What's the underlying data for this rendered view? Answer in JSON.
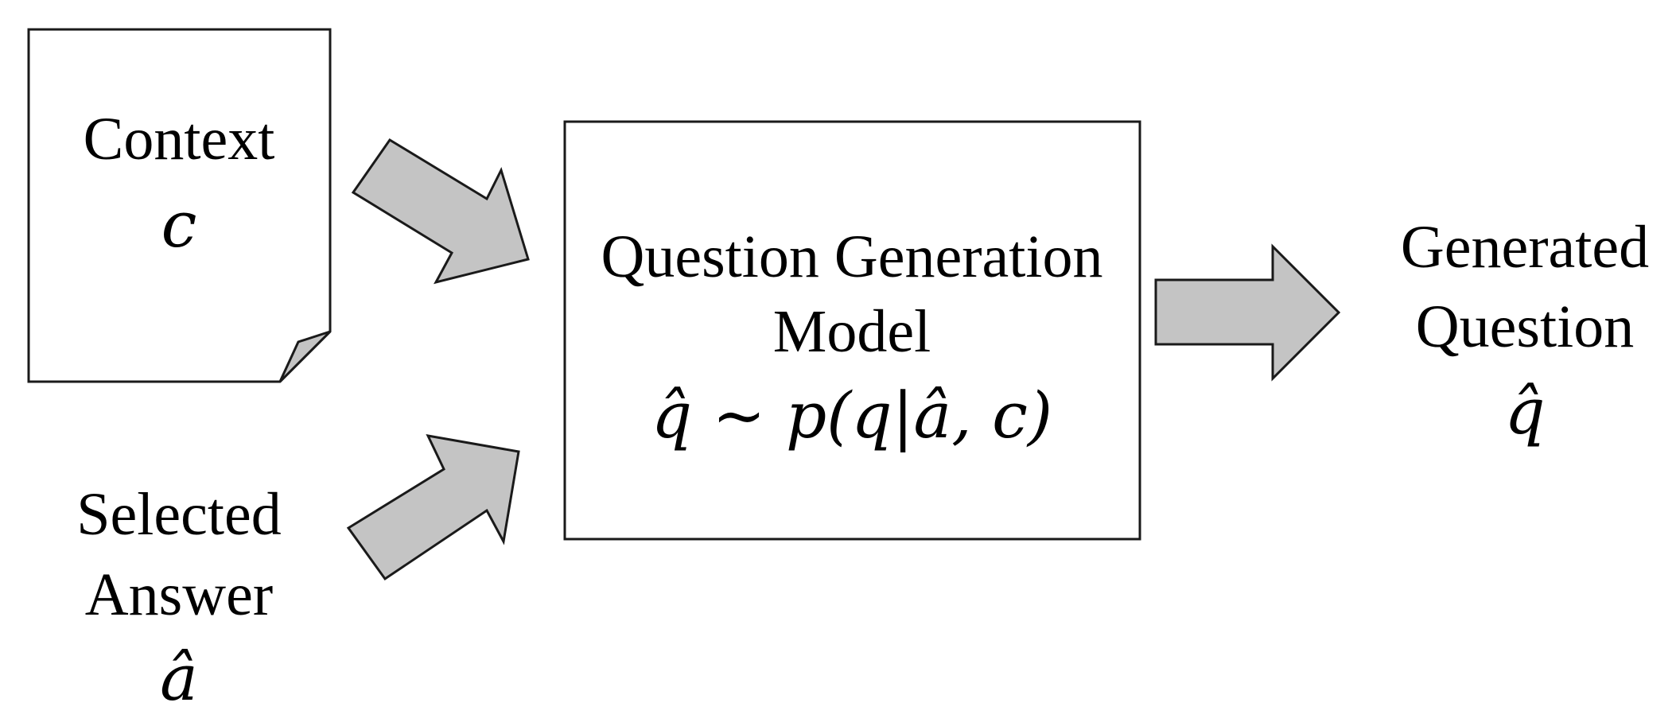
{
  "context": {
    "label": "Context",
    "symbol": "c"
  },
  "answer": {
    "line1": "Selected",
    "line2": "Answer",
    "symbol": "â"
  },
  "model": {
    "line1": "Question Generation",
    "line2": "Model",
    "formula": "q̂ ~ p(q|â, c)"
  },
  "output": {
    "line1": "Generated",
    "line2": "Question",
    "symbol": "q̂"
  },
  "colors": {
    "arrow_fill": "#c4c4c4",
    "stroke": "#1a1a1a",
    "background": "#ffffff"
  }
}
